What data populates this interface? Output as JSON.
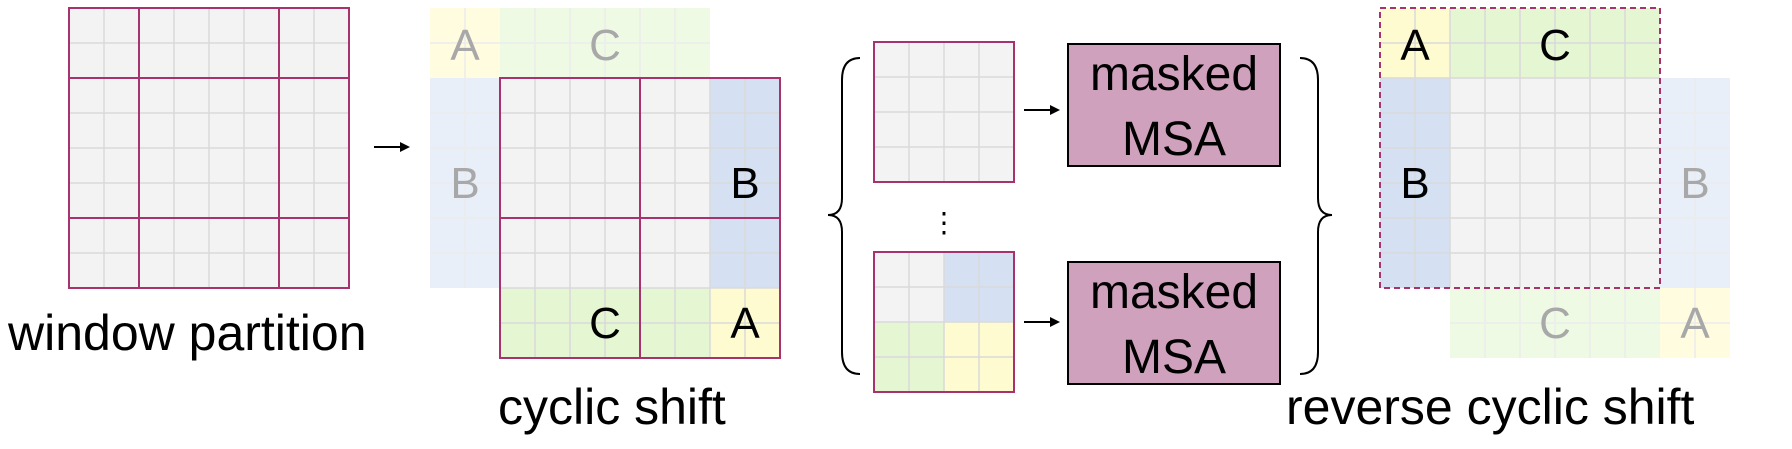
{
  "labels": {
    "window_partition": "window partition",
    "cyclic_shift": "cyclic shift",
    "reverse_cyclic_shift": "reverse cyclic shift"
  },
  "region_letters": {
    "a": "A",
    "b": "B",
    "c": "C"
  },
  "msa_boxes": [
    {
      "line1": "masked",
      "line2": "MSA"
    },
    {
      "line1": "masked",
      "line2": "MSA"
    }
  ],
  "ellipsis": "⋮",
  "colors": {
    "window_border": "#a8326e",
    "cell_fill": "#f3f3f3",
    "cell_grid": "#d9d9d9",
    "region_a": "#fffbd0",
    "region_b": "#d5e1f3",
    "region_c": "#e5f6d2",
    "msa_fill": "#cfa1bd"
  }
}
